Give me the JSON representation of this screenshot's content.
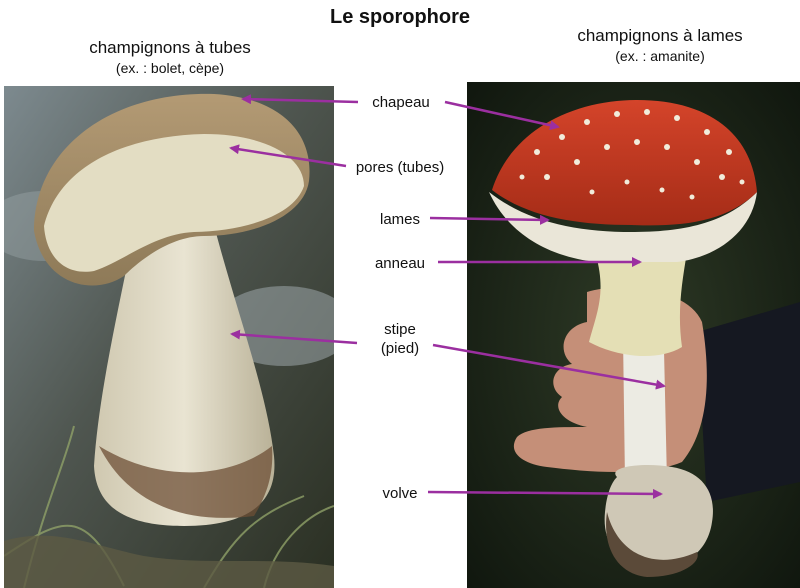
{
  "title": "Le sporophore",
  "left": {
    "heading": "champignons à tubes",
    "subheading": "(ex. : bolet, cèpe)"
  },
  "right": {
    "heading": "champignons à lames",
    "subheading": "(ex. : amanite)"
  },
  "labels": {
    "chapeau": "chapeau",
    "pores": "pores (tubes)",
    "lames": "lames",
    "anneau": "anneau",
    "stipe_line1": "stipe",
    "stipe_line2": "(pied)",
    "volve": "volve"
  },
  "colors": {
    "arrow": "#9b2fa0",
    "amanita_cap": "#c8391f"
  }
}
